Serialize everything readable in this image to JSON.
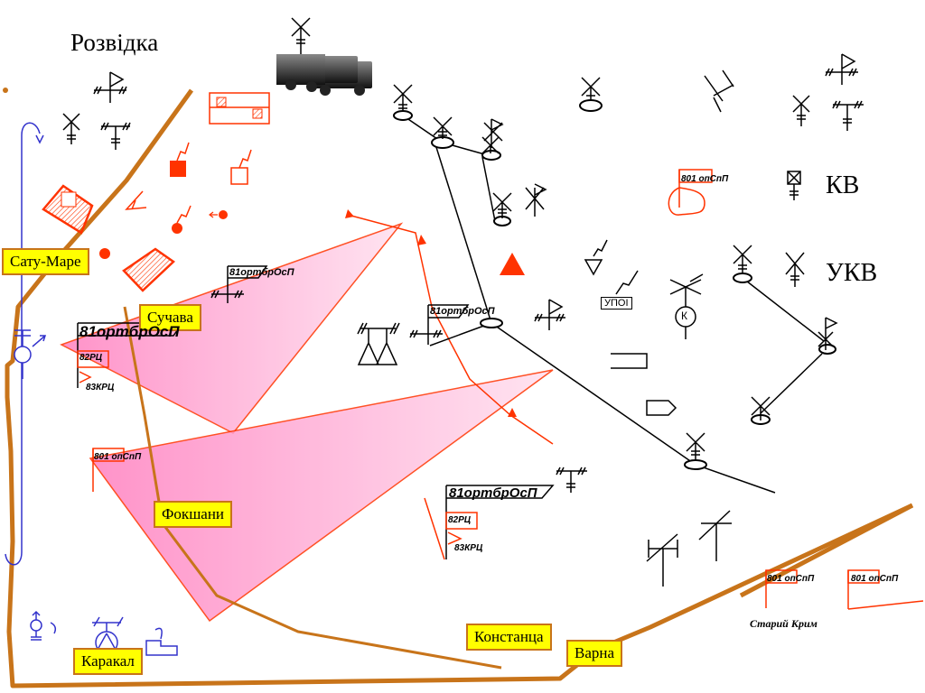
{
  "title": "Розвідка",
  "colors": {
    "border": "#c8741a",
    "enemy": "#ff3300",
    "friendly": "#3333cc",
    "zone_fill": "#ff66b3",
    "label_bg": "#ffff00"
  },
  "cities": [
    {
      "name": "Сату-Маре"
    },
    {
      "name": "Сучава"
    },
    {
      "name": "Фокшани"
    },
    {
      "name": "Констанца"
    },
    {
      "name": "Варна"
    },
    {
      "name": "Каракал"
    }
  ],
  "units": {
    "unit_81_a": "81ортбрОсП",
    "unit_81_b": "81ортбрОсП",
    "unit_81_c": "81ортбрОсП",
    "unit_81_d": "81ортбрОсП",
    "unit_82_a": "82РЦ",
    "unit_83_a": "83КРЦ",
    "unit_82_b": "82РЦ",
    "unit_83_b": "83КРЦ",
    "unit_801_a": "801 опСпП",
    "unit_801_b": "801 опСпП",
    "unit_801_c": "801 опСпП",
    "unit_801_d": "801 опСпП"
  },
  "bands": {
    "hf": "КВ",
    "vhf": "УКВ"
  },
  "place_stary_krym": "Старий Крим",
  "upoi": "УПОІ",
  "k_label": "К"
}
